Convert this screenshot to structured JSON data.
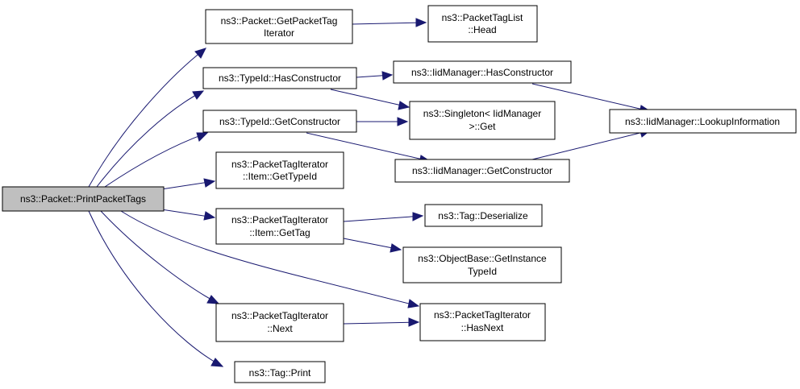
{
  "colors": {
    "edge": "#191970",
    "node_border": "#000000",
    "node_fill": "#ffffff",
    "root_fill": "#bfbfbf"
  },
  "nodes": {
    "print_packet_tags": {
      "lines": [
        "ns3::Packet::PrintPacketTags"
      ]
    },
    "get_packet_tag_iterator": {
      "lines": [
        "ns3::Packet::GetPacketTag",
        "Iterator"
      ]
    },
    "packet_tag_list_head": {
      "lines": [
        "ns3::PacketTagList",
        "::Head"
      ]
    },
    "typeid_has_constructor": {
      "lines": [
        "ns3::TypeId::HasConstructor"
      ]
    },
    "iidmanager_has_constructor": {
      "lines": [
        "ns3::IidManager::HasConstructor"
      ]
    },
    "iidmanager_lookup_information": {
      "lines": [
        "ns3::IidManager::LookupInformation"
      ]
    },
    "singleton_get": {
      "lines": [
        "ns3::Singleton< IidManager",
        ">::Get"
      ]
    },
    "typeid_get_constructor": {
      "lines": [
        "ns3::TypeId::GetConstructor"
      ]
    },
    "iidmanager_get_constructor": {
      "lines": [
        "ns3::IidManager::GetConstructor"
      ]
    },
    "item_get_type_id": {
      "lines": [
        "ns3::PacketTagIterator",
        "::Item::GetTypeId"
      ]
    },
    "item_get_tag": {
      "lines": [
        "ns3::PacketTagIterator",
        "::Item::GetTag"
      ]
    },
    "tag_deserialize": {
      "lines": [
        "ns3::Tag::Deserialize"
      ]
    },
    "object_base_get_instance_type_id": {
      "lines": [
        "ns3::ObjectBase::GetInstance",
        "TypeId"
      ]
    },
    "iterator_next": {
      "lines": [
        "ns3::PacketTagIterator",
        "::Next"
      ]
    },
    "iterator_has_next": {
      "lines": [
        "ns3::PacketTagIterator",
        "::HasNext"
      ]
    },
    "tag_print": {
      "lines": [
        "ns3::Tag::Print"
      ]
    }
  },
  "edges": [
    {
      "from": "print_packet_tags",
      "to": "get_packet_tag_iterator"
    },
    {
      "from": "print_packet_tags",
      "to": "typeid_has_constructor"
    },
    {
      "from": "print_packet_tags",
      "to": "typeid_get_constructor"
    },
    {
      "from": "print_packet_tags",
      "to": "item_get_type_id"
    },
    {
      "from": "print_packet_tags",
      "to": "item_get_tag"
    },
    {
      "from": "print_packet_tags",
      "to": "iterator_next"
    },
    {
      "from": "print_packet_tags",
      "to": "iterator_has_next"
    },
    {
      "from": "print_packet_tags",
      "to": "tag_print"
    },
    {
      "from": "get_packet_tag_iterator",
      "to": "packet_tag_list_head"
    },
    {
      "from": "typeid_has_constructor",
      "to": "iidmanager_has_constructor"
    },
    {
      "from": "typeid_has_constructor",
      "to": "singleton_get"
    },
    {
      "from": "iidmanager_has_constructor",
      "to": "iidmanager_lookup_information"
    },
    {
      "from": "typeid_get_constructor",
      "to": "singleton_get"
    },
    {
      "from": "typeid_get_constructor",
      "to": "iidmanager_get_constructor"
    },
    {
      "from": "iidmanager_get_constructor",
      "to": "iidmanager_lookup_information"
    },
    {
      "from": "item_get_tag",
      "to": "tag_deserialize"
    },
    {
      "from": "item_get_tag",
      "to": "object_base_get_instance_type_id"
    },
    {
      "from": "iterator_next",
      "to": "iterator_has_next"
    }
  ]
}
